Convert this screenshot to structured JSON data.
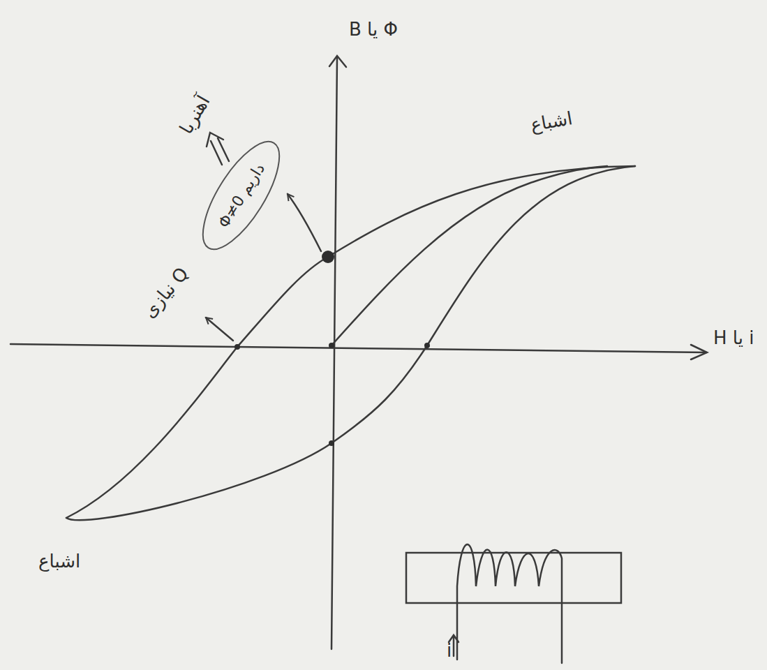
{
  "diagram": {
    "nodes": [
      {
        "text": [
          "Φ≠0 داریم"
        ]
      }
    ],
    "labels": [
      "B یا Φ",
      "H یا i",
      "اشباع",
      "اشباع",
      "آهنربا",
      "نیازی Q",
      "i"
    ]
  }
}
